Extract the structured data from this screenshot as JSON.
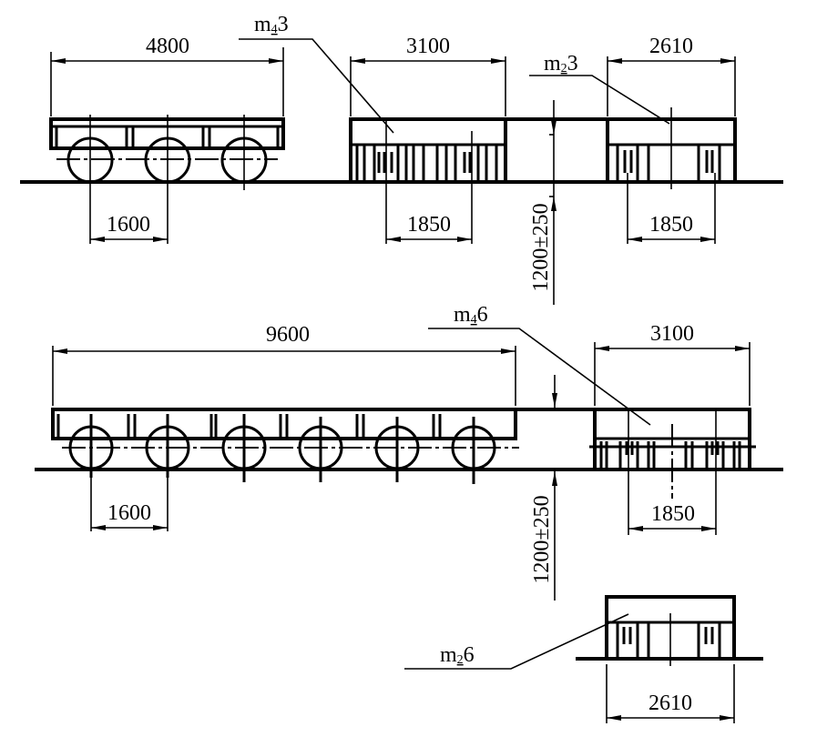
{
  "figure": {
    "views": [
      {
        "id": "view-top",
        "trailer": {
          "wheels": 3,
          "overall_length": "4800",
          "axle_spacing": "1600"
        },
        "module_large": {
          "label_base": "m",
          "label_sub": "4",
          "label_suffix": "3",
          "width": "3100",
          "axle_spacing": "1850"
        },
        "module_small": {
          "label_base": "m",
          "label_sub": "2",
          "label_suffix": "3",
          "width": "2610",
          "axle_spacing": "1850"
        },
        "height": "1200±250"
      },
      {
        "id": "view-middle",
        "trailer": {
          "wheels": 6,
          "overall_length": "9600",
          "axle_spacing": "1600"
        },
        "module_large": {
          "label_base": "m",
          "label_sub": "4",
          "label_suffix": "6",
          "width": "3100",
          "axle_spacing": "1850"
        },
        "height": "1200±250"
      },
      {
        "id": "view-bottom",
        "module_small": {
          "label_base": "m",
          "label_sub": "2",
          "label_suffix": "6",
          "width": "2610"
        }
      }
    ]
  }
}
